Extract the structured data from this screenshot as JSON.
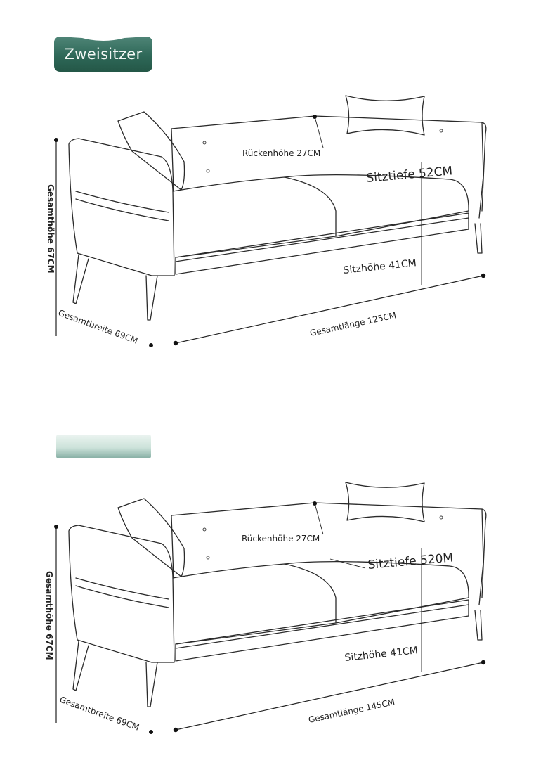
{
  "sections": [
    {
      "badge": "Zweisitzer",
      "labels": {
        "backrest_height": "Rückenhöhe 27CM",
        "seat_depth": "Sitztiefe 52CM",
        "seat_height": "Sitzhöhe 41CM",
        "total_length": "Gesamtlänge 125CM",
        "total_width": "Gesamtbreite 69CM",
        "total_height": "Gesamthöhe 67CM"
      }
    },
    {
      "badge": "",
      "labels": {
        "backrest_height": "Rückenhöhe 27CM",
        "seat_depth": "Sitztiefe 520M",
        "seat_height": "Sitzhöhe 41CM",
        "total_length": "Gesamtlänge 145CM",
        "total_width": "Gesamtbreite 69CM",
        "total_height": "Gesamthöhe 67CM"
      }
    }
  ],
  "colors": {
    "badge_green": "#2e6858",
    "line": "#2a2a2a"
  }
}
